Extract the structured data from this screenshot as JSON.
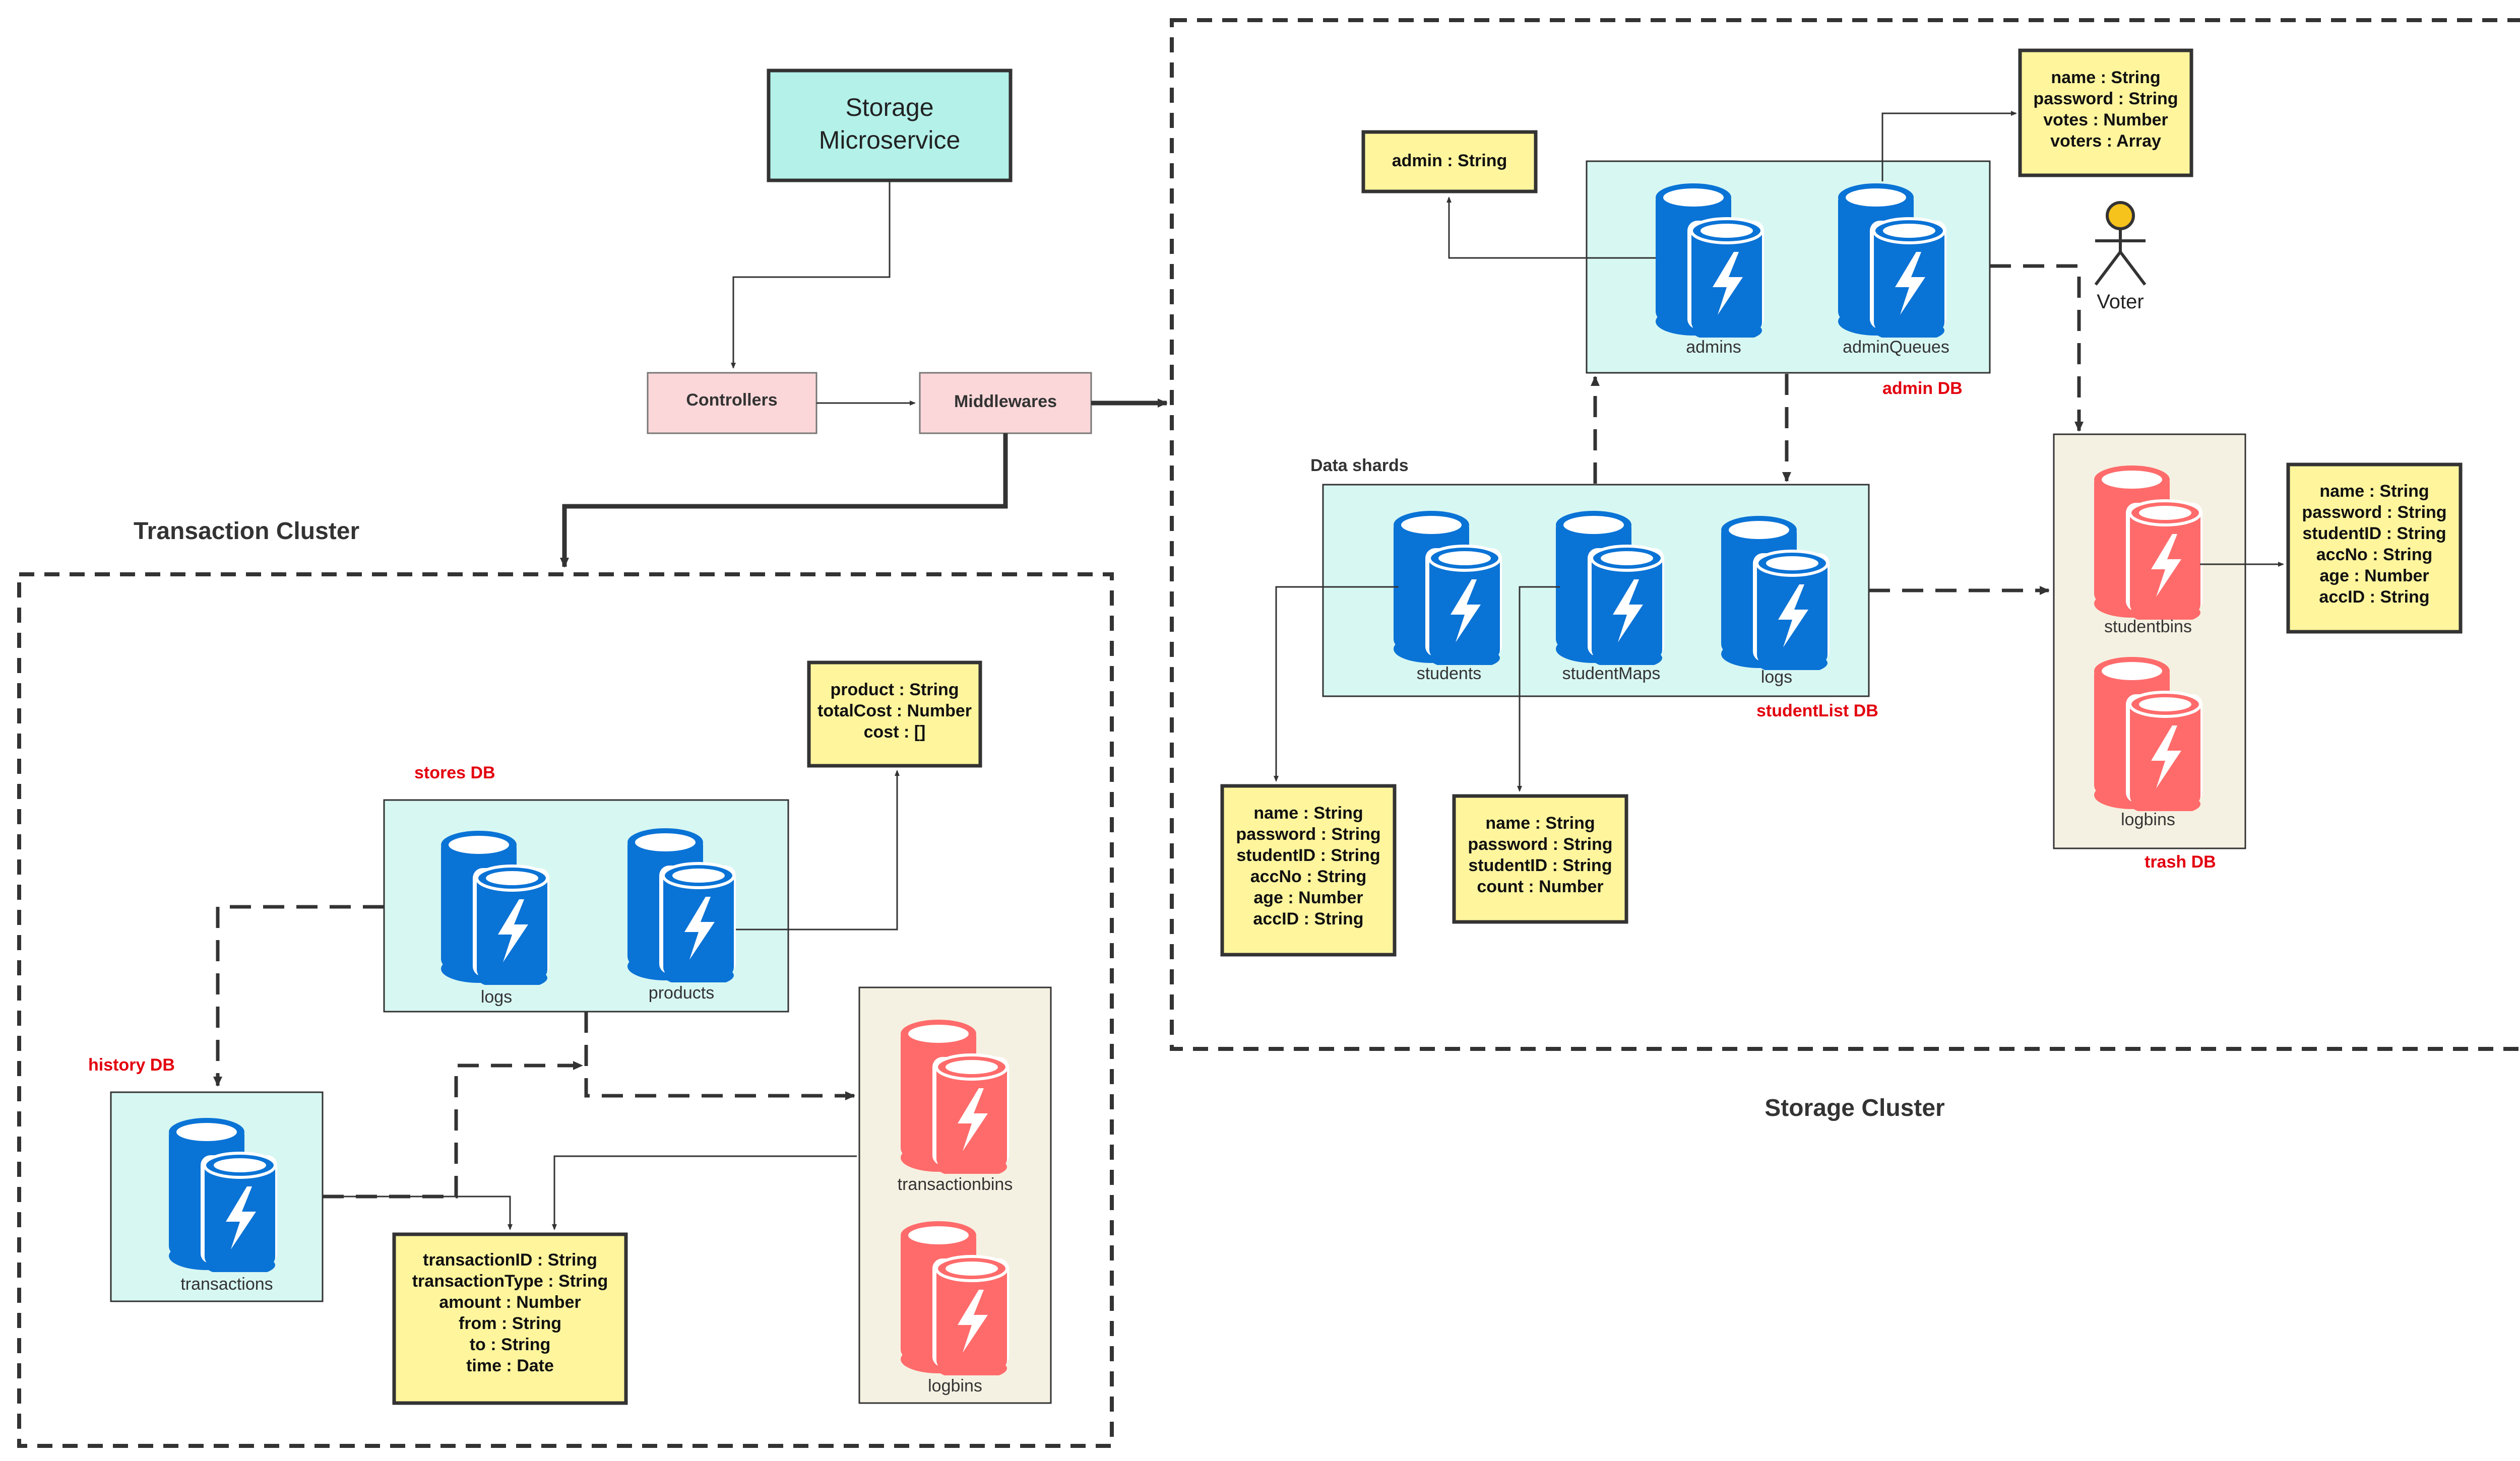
{
  "colors": {
    "db_blue": "#0a73d6",
    "db_red": "#ff6b6b",
    "cyan_panel": "#d7f7f2",
    "beige_panel": "#f5f1e2",
    "schema_fill": "#fff59d",
    "pink": "#fbd7d9",
    "storage_service": "#b3f1e9",
    "label_red": "#e3000f",
    "voter_head": "#f6c21c"
  },
  "storage_service": {
    "line1": "Storage",
    "line2": "Microservice"
  },
  "controllers": "Controllers",
  "middlewares": "Middlewares",
  "clusters": {
    "transaction": "Transaction Cluster",
    "storage": "Storage Cluster"
  },
  "db_labels": {
    "stores": "stores DB",
    "history": "history DB",
    "admin": "admin DB",
    "student_list": "studentList DB",
    "trash": "trash DB"
  },
  "data_shards": "Data shards",
  "voter": "Voter",
  "collections": {
    "logs_tx": "logs",
    "products": "products",
    "transactions": "transactions",
    "transactionbins": "transactionbins",
    "logbins_tx": "logbins",
    "admins": "admins",
    "adminQueues": "adminQueues",
    "students": "students",
    "studentMaps": "studentMaps",
    "logs_st": "logs",
    "studentbins": "studentbins",
    "logbins_st": "logbins"
  },
  "schemas": {
    "product": [
      "product : String",
      "totalCost : Number",
      "cost : []"
    ],
    "transaction": [
      "transactionID : String",
      "transactionType : String",
      "amount : Number",
      "from : String",
      "to : String",
      "time : Date"
    ],
    "admin": [
      "admin : String"
    ],
    "voter": [
      "name : String",
      "password : String",
      "votes : Number",
      "voters : Array"
    ],
    "student": [
      "name : String",
      "password : String",
      "studentID : String",
      "accNo : String",
      "age : Number",
      "accID : String"
    ],
    "studentMap": [
      "name : String",
      "password : String",
      "studentID : String",
      "count : Number"
    ],
    "studentbin": [
      "name : String",
      "password : String",
      "studentID : String",
      "accNo : String",
      "age : Number",
      "accID : String"
    ]
  }
}
